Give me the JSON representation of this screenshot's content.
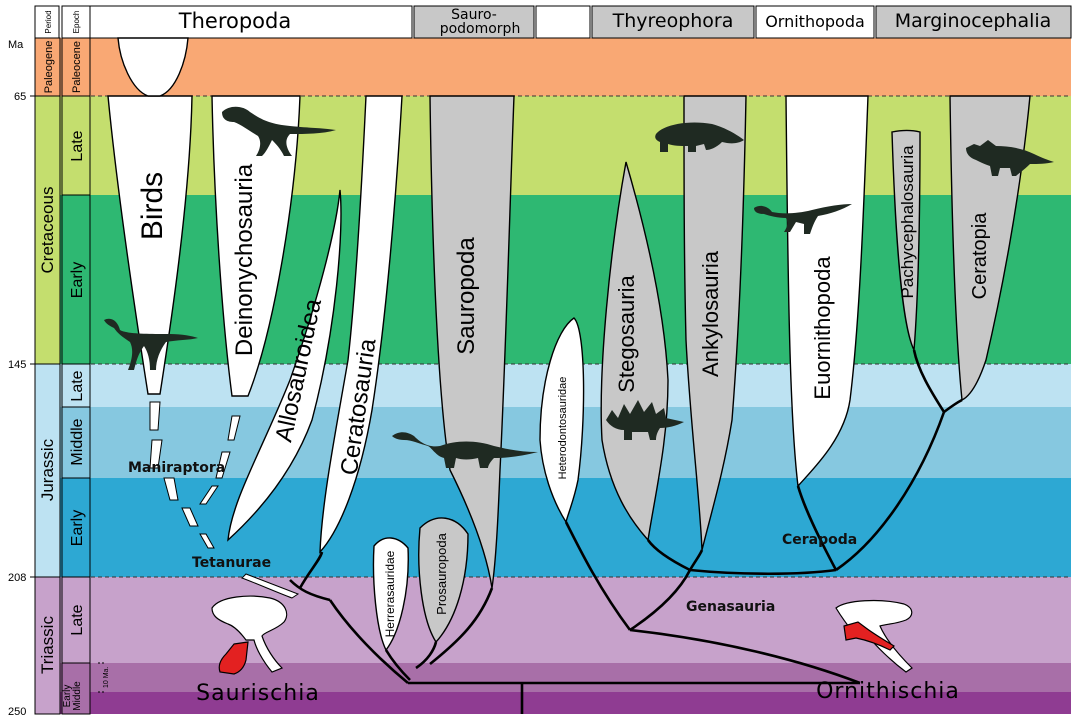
{
  "header": {
    "period_label": "Period",
    "epoch_label": "Epoch",
    "groups": [
      "Theropoda",
      "Sauro-",
      "podomorph",
      "Thyreophora",
      "Ornithopoda",
      "Marginocephalia"
    ]
  },
  "timescale": {
    "unit": "Ma",
    "ticks": [
      "65",
      "145",
      "208",
      "250"
    ],
    "periods": [
      "Paleogene",
      "Cretaceous",
      "Jurassic",
      "Triassic"
    ],
    "epochs": [
      "Paleocene",
      "Late",
      "Early",
      "Late",
      "Middle",
      "Early",
      "Late",
      "Middle",
      "Early"
    ],
    "scale_bar": "10 Ma."
  },
  "clades": {
    "birds": "Birds",
    "deinonychosauria": "Deinonychosauria",
    "allosauroidea": "Allosauroidea",
    "ceratosauria": "Ceratosauria",
    "sauropoda": "Sauropoda",
    "herrerasauridae": "Herrerasauridae",
    "prosauropoda": "Prosauropoda",
    "heterodontosauridae": "Heterodontosauridae",
    "stegosauria": "Stegosauria",
    "ankylosauria": "Ankylosauria",
    "euornithopoda": "Euornithopoda",
    "pachycephalosauria": "Pachycephalosauria",
    "ceratopia": "Ceratopia"
  },
  "nodes": {
    "maniraptora": "Maniraptora",
    "tetanurae": "Tetanurae",
    "cerapoda": "Cerapoda",
    "genasauria": "Genasauria"
  },
  "orders": {
    "saurischia": "Saurischia",
    "ornithischia": "Ornithischia"
  },
  "colors": {
    "paleogene": "#F9A874",
    "cretaceous_late": "#C4DE6E",
    "cretaceous_early": "#2EB872",
    "jurassic_late": "#BDE2F2",
    "jurassic_middle": "#86C8E0",
    "jurassic_early": "#2DA8D3",
    "triassic_late": "#C7A2CB",
    "triassic_middle": "#A86FA8",
    "triassic_early": "#8F3C92",
    "theropod_fill": "#FFFFFF",
    "other_fill": "#C8C8C8",
    "pubis_highlight": "#E32121"
  }
}
